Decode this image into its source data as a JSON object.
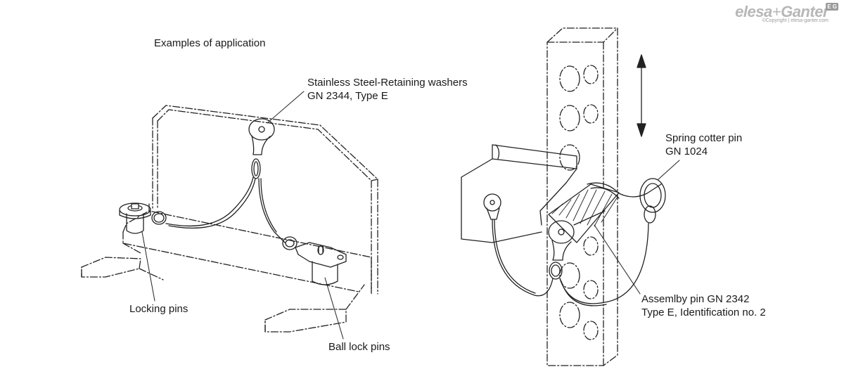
{
  "header": {
    "title": "Examples of application"
  },
  "logo": {
    "brand_left": "elesa",
    "brand_plus": "+",
    "brand_right": "Ganter",
    "badge": "E G",
    "copyright": "©Copyright | elesa-ganter.com"
  },
  "left_diagram": {
    "washers_line1": "Stainless Steel-Retaining washers",
    "washers_line2": "GN 2344, Type E",
    "locking_pins": "Locking pins",
    "ball_lock_pins": "Ball lock pins"
  },
  "right_diagram": {
    "cotter_line1": "Spring cotter pin",
    "cotter_line2": "GN 1024",
    "assembly_line1": "Assemlby pin GN 2342",
    "assembly_line2": "Type E, Identification no. 2"
  },
  "colors": {
    "line": "#222222",
    "label": "#1a1a1a",
    "logo_gray": "#b7b7b7"
  }
}
